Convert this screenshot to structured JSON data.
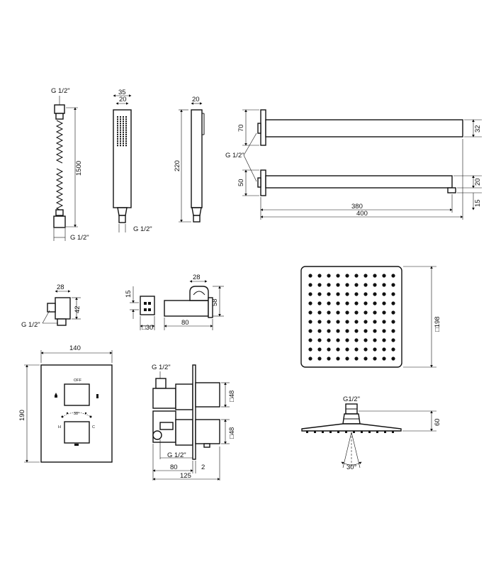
{
  "hose": {
    "top_thread": "G 1/2\"",
    "length": "1500",
    "bottom_thread": "G 1/2\""
  },
  "hand_shower_front": {
    "width_outer": "35",
    "width_inner": "20",
    "thread": "G 1/2\""
  },
  "hand_shower_side": {
    "depth": "20",
    "height": "220"
  },
  "shower_arms": {
    "upper_flange": "70",
    "upper_tube": "32",
    "thread": "G 1/2\"",
    "lower_flange": "50",
    "lower_tube": "20",
    "lower_tip": "15",
    "length_inner": "380",
    "length_outer": "400"
  },
  "wall_elbow": {
    "width": "28",
    "height": "42",
    "thread": "G 1/2\""
  },
  "holder_front": {
    "height": "15",
    "square": "□30"
  },
  "holder_side": {
    "width": "28",
    "height": "58",
    "length": "80"
  },
  "head_shower_top": {
    "square": "□198"
  },
  "head_shower_side": {
    "thread": "G1/2\"",
    "height": "60",
    "angle": "30°"
  },
  "mixer_plate": {
    "width": "140",
    "height": "190",
    "off_label": "OFF",
    "scale_label": "38°",
    "left_mark": "H",
    "right_mark": "C"
  },
  "mixer_body": {
    "thread_top": "G 1/2\"",
    "thread_bottom": "G 1/2\"",
    "knob_upper": "□48",
    "knob_lower": "□48",
    "depth_inner": "80",
    "plate_gap": "2",
    "depth_total": "125"
  }
}
